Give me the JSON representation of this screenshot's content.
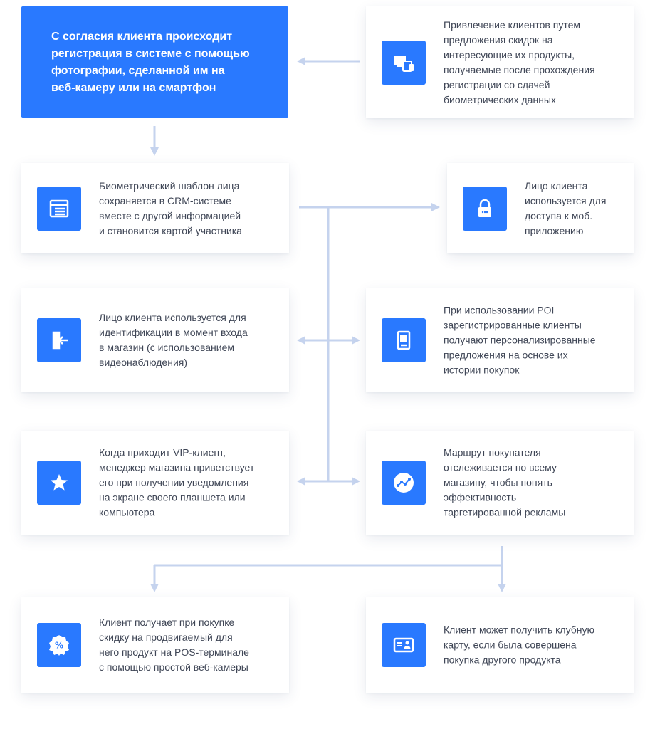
{
  "colors": {
    "accent": "#2979ff",
    "connector": "#c5d3ee",
    "text": "#3f4656",
    "card_background": "#ffffff"
  },
  "nodes": {
    "registration": {
      "text": "С согласия клиента происходит\nрегистрация в системе с помощью\nфотографии, сделанной им на\nвеб-камеру или на смартфон"
    },
    "attraction": {
      "icon": "devices-icon",
      "text": "Привлечение клиентов путем\nпредложения скидок на\nинтересующие их продукты,\nполучаемые после прохождения\nрегистрации  со сдачей\nбиометрических данных"
    },
    "crm": {
      "icon": "browser-list-icon",
      "text": "Биометрический шаблон лица\nсохраняется в CRM-системе\nвместе с другой информацией\nи становится картой участника"
    },
    "mobile_access": {
      "icon": "lock-icon",
      "text": "Лицо клиента\nиспользуется для\nдоступа к моб.\nприложению"
    },
    "entrance": {
      "icon": "door-enter-icon",
      "text": "Лицо клиента используется для\nидентификации в момент входа\nв магазин (с использованием\nвидеонаблюдения)"
    },
    "poi": {
      "icon": "kiosk-icon",
      "text": "При использовании POI\nзарегистрированные клиенты\nполучают персонализированные\nпредложения на основе их\nистории покупок"
    },
    "vip": {
      "icon": "star-icon",
      "text": "Когда приходит VIP-клиент,\nменеджер магазина приветствует\nего при получении уведомления\nна экране своего планшета или\nкомпьютера"
    },
    "route": {
      "icon": "route-icon",
      "text": "Маршрут покупателя\nотслеживается по всему\nмагазину, чтобы понять\nэффективность\nтаргетированной рекламы"
    },
    "discount": {
      "icon": "percent-badge-icon",
      "text": "Клиент получает при покупке\nскидку на продвигаемый для\nнего продукт на POS-терминале\nс помощью простой веб-камеры"
    },
    "club_card": {
      "icon": "member-card-icon",
      "text": "Клиент может получить клубную\nкарту, если была совершена\nпокупка другого продукта"
    }
  },
  "edges": [
    {
      "from": "attraction",
      "to": "registration"
    },
    {
      "from": "registration",
      "to": "crm"
    },
    {
      "from": "crm",
      "to": "mobile_access"
    },
    {
      "from": "crm",
      "to": "entrance",
      "bidirectional": true
    },
    {
      "from": "crm",
      "to": "poi",
      "bidirectional": true
    },
    {
      "from": "crm",
      "to": "vip",
      "bidirectional": true
    },
    {
      "from": "crm",
      "to": "route",
      "bidirectional": true
    },
    {
      "from": "route",
      "to": "discount"
    },
    {
      "from": "route",
      "to": "club_card"
    }
  ]
}
